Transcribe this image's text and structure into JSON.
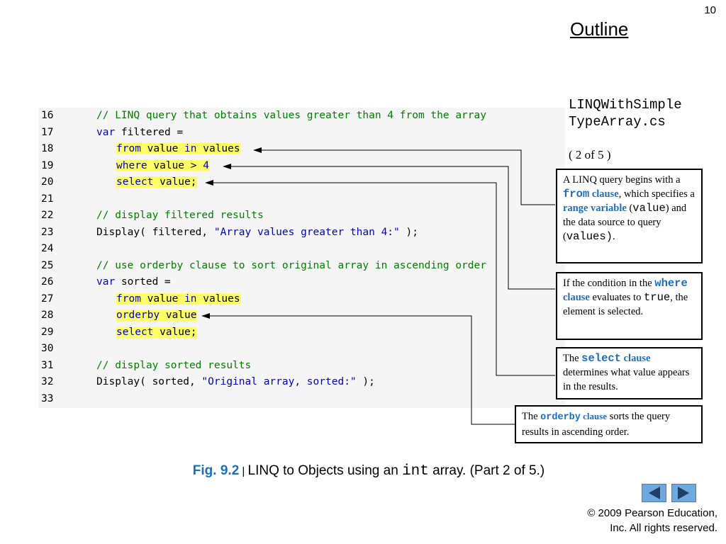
{
  "slide_number": "10",
  "outline_label": "Outline",
  "file_title_line1": "LINQWithSimple",
  "file_title_line2": "TypeArray.cs",
  "part_indicator": "( 2 of 5 )",
  "code_lines": [
    {
      "num": "16",
      "segments": [
        {
          "text": "// LINQ query that obtains values greater than 4 from the array",
          "type": "cm"
        }
      ]
    },
    {
      "num": "17",
      "segments": [
        {
          "text": "var",
          "type": "kw"
        },
        {
          "text": " filtered =",
          "type": "plain"
        }
      ]
    },
    {
      "num": "18",
      "segments": [
        {
          "text": "from",
          "type": "kw-hl"
        },
        {
          "text": " value ",
          "type": "hl"
        },
        {
          "text": "in",
          "type": "kw-hl"
        },
        {
          "text": " values",
          "type": "hl"
        }
      ]
    },
    {
      "num": "19",
      "segments": [
        {
          "text": "where",
          "type": "kw-hl"
        },
        {
          "text": " value > ",
          "type": "hl"
        },
        {
          "text": "4",
          "type": "str-hl"
        }
      ]
    },
    {
      "num": "20",
      "segments": [
        {
          "text": "select",
          "type": "kw-hl"
        },
        {
          "text": " value;",
          "type": "hl"
        }
      ]
    },
    {
      "num": "21",
      "segments": []
    },
    {
      "num": "22",
      "segments": [
        {
          "text": "// display filtered results",
          "type": "cm"
        }
      ]
    },
    {
      "num": "23",
      "segments": [
        {
          "text": "Display( filtered, ",
          "type": "plain"
        },
        {
          "text": "\"Array values greater than 4:\"",
          "type": "str"
        },
        {
          "text": " );",
          "type": "plain"
        }
      ]
    },
    {
      "num": "24",
      "segments": []
    },
    {
      "num": "25",
      "segments": [
        {
          "text": "// use orderby clause to sort original array in ascending order",
          "type": "cm"
        }
      ]
    },
    {
      "num": "26",
      "segments": [
        {
          "text": "var",
          "type": "kw"
        },
        {
          "text": " sorted =",
          "type": "plain"
        }
      ]
    },
    {
      "num": "27",
      "segments": [
        {
          "text": "from",
          "type": "kw-hl"
        },
        {
          "text": " value ",
          "type": "hl"
        },
        {
          "text": "in",
          "type": "kw-hl"
        },
        {
          "text": " values",
          "type": "hl"
        }
      ]
    },
    {
      "num": "28",
      "segments": [
        {
          "text": "orderby",
          "type": "kw-hl"
        },
        {
          "text": " value",
          "type": "hl"
        }
      ]
    },
    {
      "num": "29",
      "segments": [
        {
          "text": "select",
          "type": "kw-hl"
        },
        {
          "text": " value;",
          "type": "hl"
        }
      ]
    },
    {
      "num": "30",
      "segments": []
    },
    {
      "num": "31",
      "segments": [
        {
          "text": "// display sorted results",
          "type": "cm"
        }
      ]
    },
    {
      "num": "32",
      "segments": [
        {
          "text": "Display( sorted, ",
          "type": "plain"
        },
        {
          "text": "\"Original array, sorted:\"",
          "type": "str"
        },
        {
          "text": " );",
          "type": "plain"
        }
      ]
    },
    {
      "num": "33",
      "segments": []
    }
  ],
  "callouts": {
    "from": {
      "t1": "A LINQ query begins with a ",
      "kw": "from",
      "clause": " clause",
      "t2": ", which specifies a ",
      "rv": "range variable",
      "t3": " (",
      "m1": "value",
      "t4": ") and the data source to query (",
      "m2": "values)",
      "t5": "."
    },
    "where": {
      "t1": "If the condition in the ",
      "kw": "where",
      "clause": " clause",
      "t2": " evaluates to ",
      "m1": "true",
      "t3": ", the element is selected."
    },
    "select": {
      "t1": "The ",
      "kw": "select",
      "clause": " clause",
      "t2": " determines what value appears in the results."
    },
    "orderby": {
      "t1": "The ",
      "kw": "orderby",
      "clause": " clause",
      "t2": " sorts the query results in ascending order."
    }
  },
  "caption": {
    "fig": "Fig. 9.2",
    "sep": " | ",
    "t1": "LINQ to Objects using an ",
    "mono": "int",
    "t2": " array. (Part 2 of 5.)"
  },
  "copyright_line1": "© 2009 Pearson Education,",
  "copyright_line2": "Inc.  All rights reserved.",
  "nav": {
    "prev_icon": "triangle-left-icon",
    "next_icon": "triangle-right-icon"
  }
}
